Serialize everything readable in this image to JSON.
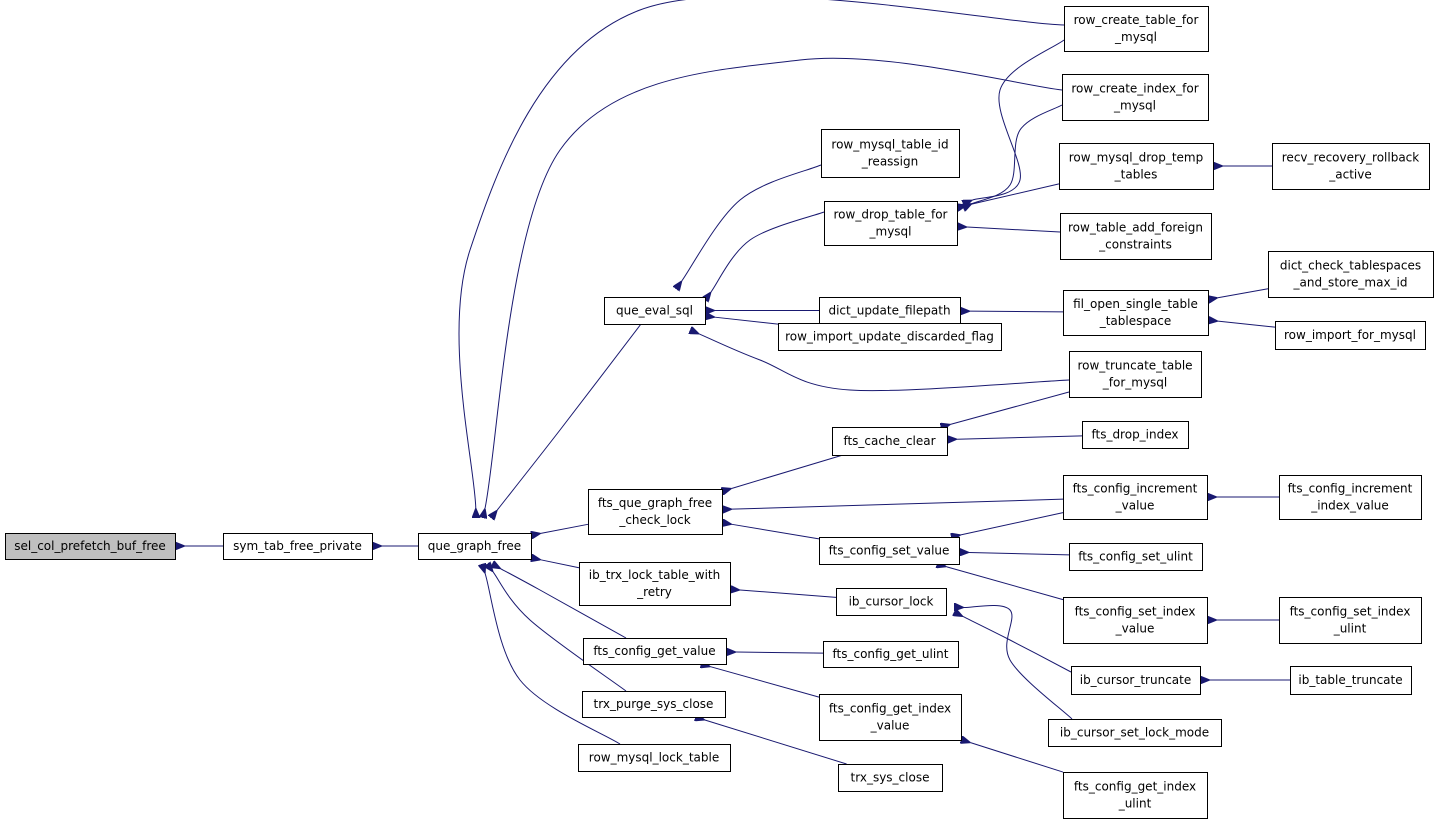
{
  "colors": {
    "edge": "#191970",
    "node_fill": "#ffffff",
    "node_highlight_fill": "#bfbfbf",
    "node_stroke": "#000000"
  },
  "nodes": {
    "sel": {
      "lines": [
        "sel_col_prefetch_buf_free"
      ],
      "highlight": true
    },
    "sym": {
      "lines": [
        "sym_tab_free_private"
      ]
    },
    "qgf": {
      "lines": [
        "que_graph_free"
      ]
    },
    "qes": {
      "lines": [
        "que_eval_sql"
      ]
    },
    "fqg": {
      "lines": [
        "fts_que_graph_free",
        "_check_lock"
      ]
    },
    "ibr": {
      "lines": [
        "ib_trx_lock_table_with",
        "_retry"
      ]
    },
    "fcg": {
      "lines": [
        "fts_config_get_value"
      ]
    },
    "tps": {
      "lines": [
        "trx_purge_sys_close"
      ]
    },
    "rml": {
      "lines": [
        "row_mysql_lock_table"
      ]
    },
    "rct": {
      "lines": [
        "row_create_table_for",
        "_mysql"
      ]
    },
    "rci": {
      "lines": [
        "row_create_index_for",
        "_mysql"
      ]
    },
    "rmt": {
      "lines": [
        "row_mysql_table_id",
        "_reassign"
      ]
    },
    "rdt": {
      "lines": [
        "row_drop_table_for",
        "_mysql"
      ]
    },
    "duf": {
      "lines": [
        "dict_update_filepath"
      ]
    },
    "riu": {
      "lines": [
        "row_import_update_discarded_flag"
      ]
    },
    "rtt": {
      "lines": [
        "row_truncate_table",
        "_for_mysql"
      ]
    },
    "fcc": {
      "lines": [
        "fts_cache_clear"
      ]
    },
    "fcs": {
      "lines": [
        "fts_config_set_value"
      ]
    },
    "ibc": {
      "lines": [
        "ib_cursor_lock"
      ]
    },
    "fcu": {
      "lines": [
        "fts_config_get_ulint"
      ]
    },
    "fgi": {
      "lines": [
        "fts_config_get_index",
        "_value"
      ]
    },
    "tsc": {
      "lines": [
        "trx_sys_close"
      ]
    },
    "rmd": {
      "lines": [
        "row_mysql_drop_temp",
        "_tables"
      ]
    },
    "rta": {
      "lines": [
        "row_table_add_foreign",
        "_constraints"
      ]
    },
    "fos": {
      "lines": [
        "fil_open_single_table",
        "_tablespace"
      ]
    },
    "fdi": {
      "lines": [
        "fts_drop_index"
      ]
    },
    "fci": {
      "lines": [
        "fts_config_increment",
        "_value"
      ]
    },
    "fsu": {
      "lines": [
        "fts_config_set_ulint"
      ]
    },
    "fsi": {
      "lines": [
        "fts_config_set_index",
        "_value"
      ]
    },
    "ict": {
      "lines": [
        "ib_cursor_truncate"
      ]
    },
    "icm": {
      "lines": [
        "ib_cursor_set_lock_mode"
      ]
    },
    "fgu": {
      "lines": [
        "fts_config_get_index",
        "_ulint"
      ]
    },
    "rra": {
      "lines": [
        "recv_recovery_rollback",
        "_active"
      ]
    },
    "dct": {
      "lines": [
        "dict_check_tablespaces",
        "_and_store_max_id"
      ]
    },
    "rif": {
      "lines": [
        "row_import_for_mysql"
      ]
    },
    "fiv": {
      "lines": [
        "fts_config_increment",
        "_index_value"
      ]
    },
    "fsl": {
      "lines": [
        "fts_config_set_index",
        "_ulint"
      ]
    },
    "itt": {
      "lines": [
        "ib_table_truncate"
      ]
    }
  },
  "edges": [
    [
      "sym",
      "sel"
    ],
    [
      "qgf",
      "sym"
    ],
    [
      "rct",
      "qgf"
    ],
    [
      "rci",
      "qgf"
    ],
    [
      "qes",
      "qgf"
    ],
    [
      "fqg",
      "qgf"
    ],
    [
      "ibr",
      "qgf"
    ],
    [
      "fcg",
      "qgf"
    ],
    [
      "tps",
      "qgf"
    ],
    [
      "rml",
      "qgf"
    ],
    [
      "rmt",
      "qes"
    ],
    [
      "rdt",
      "qes"
    ],
    [
      "duf",
      "qes"
    ],
    [
      "riu",
      "qes"
    ],
    [
      "rtt",
      "qes"
    ],
    [
      "rct",
      "rdt"
    ],
    [
      "rci",
      "rdt"
    ],
    [
      "rmd",
      "rdt"
    ],
    [
      "rta",
      "rdt"
    ],
    [
      "rra",
      "rmd"
    ],
    [
      "fos",
      "duf"
    ],
    [
      "dct",
      "fos"
    ],
    [
      "rif",
      "fos"
    ],
    [
      "fcc",
      "fqg"
    ],
    [
      "fci",
      "fqg"
    ],
    [
      "fcs",
      "fqg"
    ],
    [
      "rtt",
      "fcc"
    ],
    [
      "fdi",
      "fcc"
    ],
    [
      "fci",
      "fcs"
    ],
    [
      "fsu",
      "fcs"
    ],
    [
      "fsi",
      "fcs"
    ],
    [
      "fiv",
      "fci"
    ],
    [
      "fsl",
      "fsi"
    ],
    [
      "ibc",
      "ibr"
    ],
    [
      "ict",
      "ibc"
    ],
    [
      "icm",
      "ibc"
    ],
    [
      "itt",
      "ict"
    ],
    [
      "fcu",
      "fcg"
    ],
    [
      "fgi",
      "fcg"
    ],
    [
      "fgu",
      "fgi"
    ],
    [
      "tsc",
      "tps"
    ]
  ]
}
